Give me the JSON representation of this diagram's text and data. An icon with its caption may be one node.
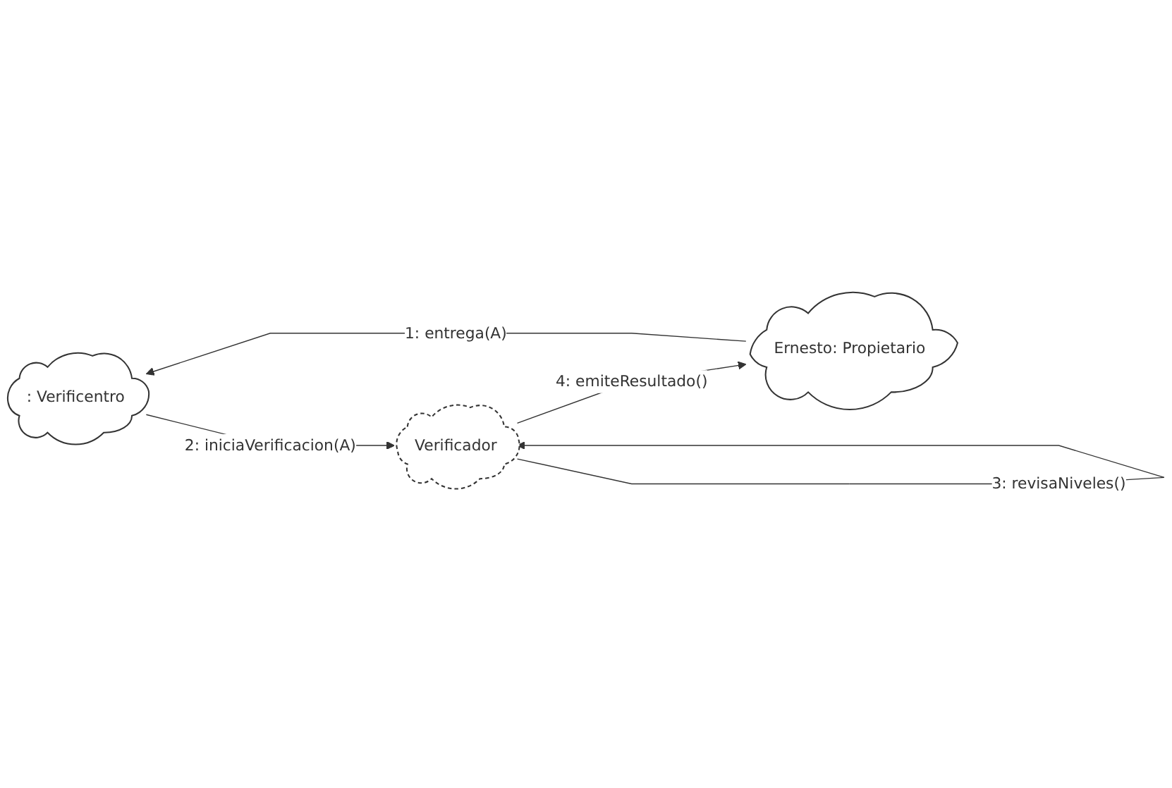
{
  "diagram": {
    "nodes": [
      {
        "text": [
          ": Verificentro"
        ]
      },
      {
        "text": [
          "Verificador"
        ]
      },
      {
        "text": [
          "Ernesto: Propietario"
        ]
      }
    ],
    "edges": [
      {
        "from": 2,
        "to": 0,
        "label": "1: entrega(A)",
        "arrow": "to"
      },
      {
        "from": 0,
        "to": 1,
        "label": "2: iniciaVerificacion(A)",
        "arrow": "to"
      },
      {
        "from": 1,
        "to": 1,
        "label": "3: revisaNiveles()",
        "arrow": "to"
      },
      {
        "from": 1,
        "to": 2,
        "label": "4: emiteResultado()",
        "arrow": "to"
      }
    ]
  }
}
